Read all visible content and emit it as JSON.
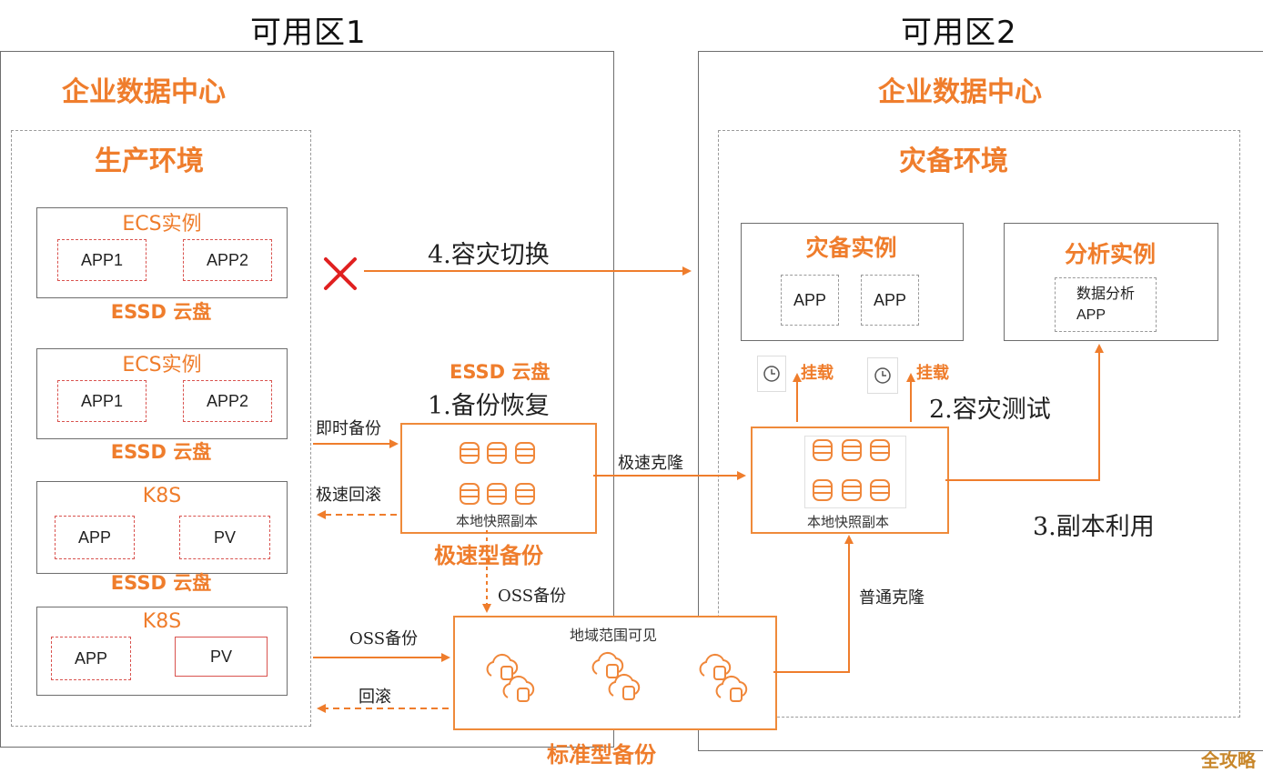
{
  "zone1": {
    "title": "可用区1",
    "dc_title": "企业数据中心",
    "env_title": "生产环境",
    "groups": [
      {
        "title": "ECS实例",
        "items": [
          "APP1",
          "APP2"
        ],
        "disk": "ESSD 云盘"
      },
      {
        "title": "ECS实例",
        "items": [
          "APP1",
          "APP2"
        ],
        "disk": "ESSD 云盘"
      },
      {
        "title": "K8S",
        "items": [
          "APP",
          "PV"
        ],
        "disk": "ESSD 云盘"
      },
      {
        "title": "K8S",
        "items": [
          "APP",
          "PV"
        ]
      }
    ]
  },
  "zone2": {
    "title": "可用区2",
    "dc_title": "企业数据中心",
    "env_title": "灾备环境",
    "dr_instance": {
      "title": "灾备实例",
      "items": [
        "APP",
        "APP"
      ]
    },
    "analysis_instance": {
      "title": "分析实例",
      "item": "数据分析\nAPP"
    }
  },
  "center": {
    "essd_label": "ESSD 云盘",
    "step1": "1.备份恢复",
    "fast_snapshot_caption": "本地快照副本",
    "fast_backup_title": "极速型备份",
    "oss_backup_down": "OSS备份",
    "standard_box_caption": "地域范围可见",
    "standard_backup_title": "标准型备份"
  },
  "right": {
    "snapshot_caption": "本地快照副本",
    "mount1": "挂载",
    "mount2": "挂载",
    "step2": "2.容灾测试",
    "step3": "3.副本利用",
    "normal_clone": "普通克隆"
  },
  "arrows": {
    "step4": "4.容灾切换",
    "instant_backup": "即时备份",
    "fast_rollback": "极速回滚",
    "fast_clone": "极速克隆",
    "oss_backup": "OSS备份",
    "rollback": "回滚"
  },
  "watermark": "全攻略",
  "colors": {
    "accent": "#ef7d2c",
    "stop": "#e02020",
    "database": "#f0873a"
  }
}
